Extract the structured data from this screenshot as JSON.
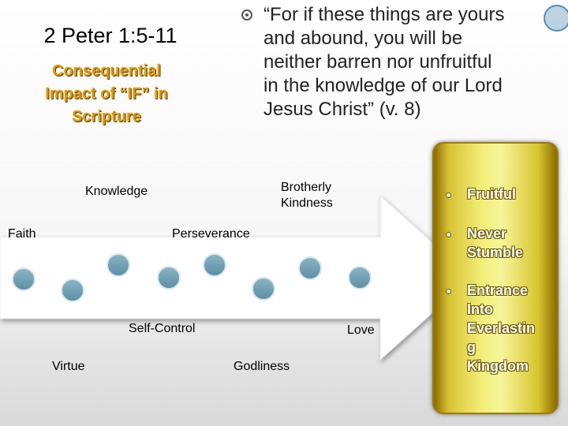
{
  "title": "2 Peter 1:5-11",
  "subtitle_lines": [
    "Consequential",
    "Impact of “IF” in",
    "Scripture"
  ],
  "quote_lines": [
    "“For if these things are yours",
    "and abound, you will be",
    "neither barren nor unfruitful",
    "in the knowledge of our Lord",
    "Jesus Christ” (v. 8)"
  ],
  "virtues": {
    "faith": "Faith",
    "virtue": "Virtue",
    "knowledge": "Knowledge",
    "self_control": "Self-Control",
    "perseverance": "Perseverance",
    "godliness": "Godliness",
    "brotherly_kindness": [
      "Brotherly",
      "Kindness"
    ],
    "love": "Love"
  },
  "results": [
    {
      "lines": [
        "Fruitful"
      ]
    },
    {
      "lines": [
        "Never",
        "Stumble"
      ]
    },
    {
      "lines": [
        "Entrance",
        "Into",
        "Everlastin",
        "g",
        "Kingdom"
      ]
    }
  ],
  "colors": {
    "node_fill": "#6f9fb3",
    "node_stroke": "#d9e7ee",
    "arrow_fill": "#ffffff",
    "subtitle": "#d99a1a",
    "panel_gold": "#e9e25c"
  }
}
